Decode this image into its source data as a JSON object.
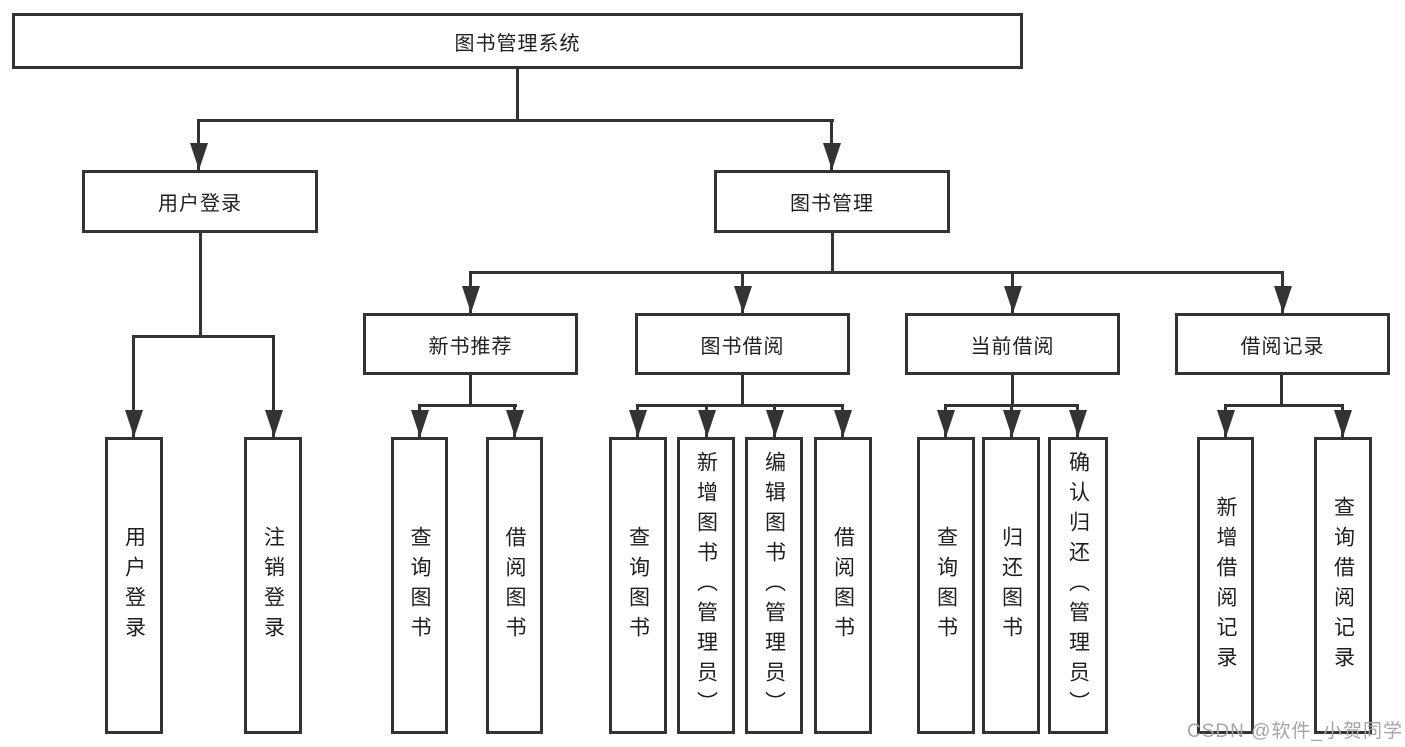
{
  "diagram": {
    "root": {
      "label": "图书管理系统"
    },
    "branches": [
      {
        "label": "用户登录",
        "children": [
          {
            "label": "用户登录"
          },
          {
            "label": "注销登录"
          }
        ]
      },
      {
        "label": "图书管理",
        "children": [
          {
            "label": "新书推荐",
            "children": [
              {
                "label": "查询图书"
              },
              {
                "label": "借阅图书"
              }
            ]
          },
          {
            "label": "图书借阅",
            "children": [
              {
                "label": "查询图书"
              },
              {
                "label": "新增图书（管理员）"
              },
              {
                "label": "编辑图书（管理员）"
              },
              {
                "label": "借阅图书"
              }
            ]
          },
          {
            "label": "当前借阅",
            "children": [
              {
                "label": "查询图书"
              },
              {
                "label": "归还图书"
              },
              {
                "label": "确认归还（管理员）"
              }
            ]
          },
          {
            "label": "借阅记录",
            "children": [
              {
                "label": "新增借阅记录"
              },
              {
                "label": "查询借阅记录"
              }
            ]
          }
        ]
      }
    ],
    "watermark": "CSDN @软件_小贺同学",
    "colors": {
      "line": "#333333",
      "box_border": "#333333",
      "box_background": "#ffffff",
      "text": "#1f1f1f",
      "watermark": "#a5a5a5",
      "background": "#ffffff"
    }
  }
}
